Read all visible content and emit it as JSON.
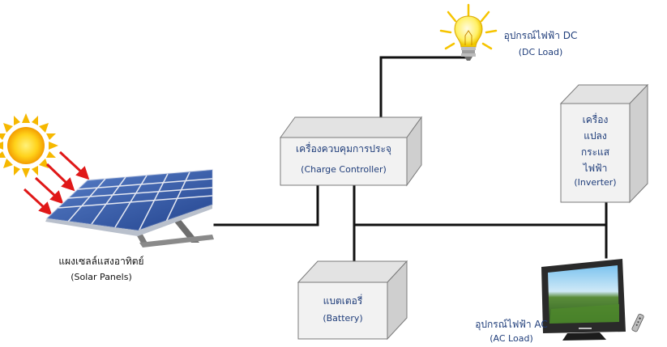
{
  "dc_load": {
    "label_th": "อุปกรณ์ไฟฟ้า DC",
    "label_en": "(DC Load)"
  },
  "charge_controller": {
    "label_th": "เครื่องควบคุมการประจุ",
    "label_en": "(Charge Controller)"
  },
  "inverter": {
    "lines_th": [
      "เครื่อง",
      "แปลง",
      "กระแส",
      "ไฟฟ้า"
    ],
    "label_en": "(Inverter)"
  },
  "battery": {
    "label_th": "แบตเตอรี่",
    "label_en": "(Battery)"
  },
  "solar_panels": {
    "label_th": "แผงเซลล์แสงอาทิตย์",
    "label_en": "(Solar Panels)"
  },
  "ac_load": {
    "label_th": "อุปกรณ์ไฟฟ้า AC",
    "label_en": "(AC Load)"
  },
  "colors": {
    "wire": "#111111",
    "box_front": "#f2f2f2",
    "box_top": "#e3e3e3",
    "box_side": "#cfcfcf",
    "label": "#1f3d7a",
    "sun": "#f6b800",
    "arrow": "#e01818",
    "panel": "#2b4f9e"
  }
}
